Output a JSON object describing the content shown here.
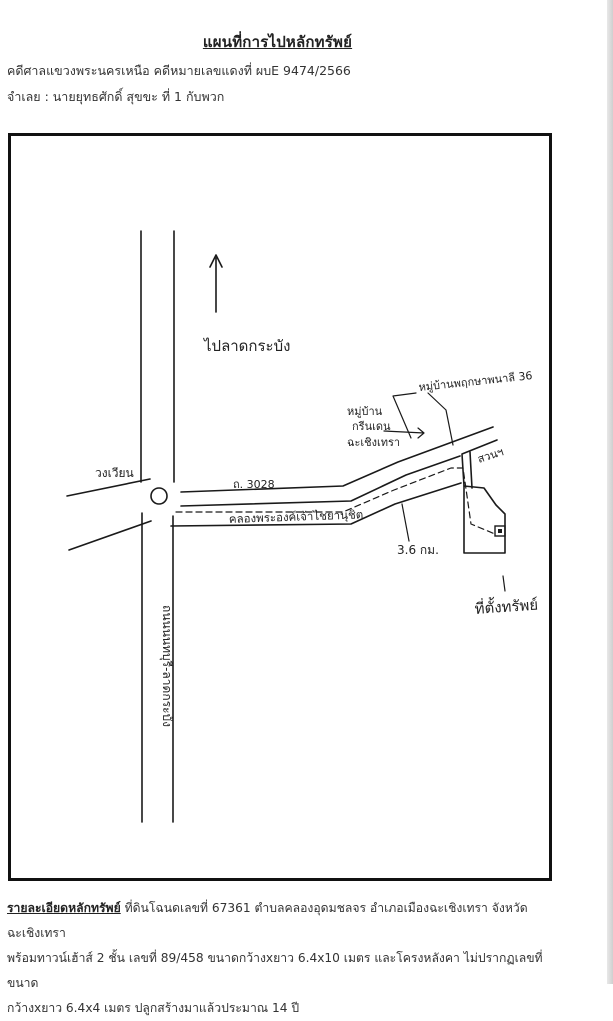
{
  "document": {
    "title": "แผนที่การไปหลักทรัพย์",
    "case_line": "คดีศาลแขวงพระนครเหนือ คดีหมายเลขแดงที่ ผบE 9474/2566",
    "debtor_line": "จำเลย : นายยุทธศักดิ์ สุขขะ ที่ 1 กับพวก"
  },
  "map": {
    "labels": {
      "north": "ไปลาดกระบัง",
      "roundabout": "วงเวียน",
      "road_3028": "ถ. 3028",
      "canal": "คลองพระองค์เจ้าไชยานุชิต",
      "distance": "3.6 กม.",
      "village_1": "หมู่บ้าน",
      "village_2": "กรีนเดน",
      "village_3": "ฉะเชิงเทรา",
      "village_36": "หมู่บ้านพฤกษาพนาลี 36",
      "park": "สวนฯ",
      "property": "ที่ตั้งทรัพย์",
      "vertical_road": "ถนนนนทบุรี-ลาดกระบัง"
    }
  },
  "details": {
    "label": "รายละเอียดหลักทรัพย์",
    "line_1": "ที่ดินโฉนดเลขที่ 67361 ตำบลคลองอุดมชลจร อำเภอเมืองฉะเชิงเทรา จังหวัดฉะเชิงเทรา",
    "line_2": "พร้อมทาวน์เฮ้าส์ 2 ชั้น เลขที่ 89/458 ขนาดกว้างxยาว 6.4x10 เมตร และโครงหลังคา ไม่ปรากฏเลขที่ ขนาด",
    "line_3": "กว้างxยาว 6.4x4 เมตร ปลูกสร้างมาแล้วประมาณ 14 ปี"
  }
}
